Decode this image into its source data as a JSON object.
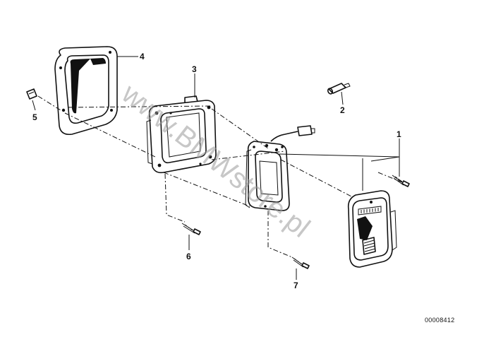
{
  "watermark": "www.BMWstore.pl",
  "reference_number": "00008412",
  "callouts": [
    {
      "id": "1",
      "label": "1"
    },
    {
      "id": "2",
      "label": "2"
    },
    {
      "id": "3",
      "label": "3"
    },
    {
      "id": "4",
      "label": "4"
    },
    {
      "id": "5",
      "label": "5"
    },
    {
      "id": "6",
      "label": "6"
    },
    {
      "id": "7",
      "label": "7"
    }
  ]
}
